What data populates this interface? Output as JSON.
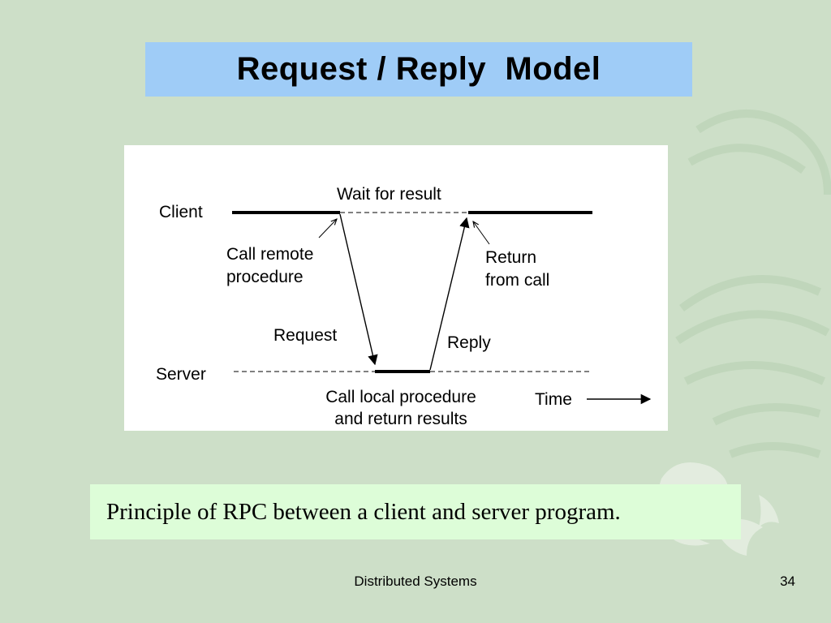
{
  "slide": {
    "title": "Request / Reply  Model",
    "caption": "Principle of RPC between a client and server program.",
    "footer_text": "Distributed Systems",
    "page_number": "34",
    "colors": {
      "background": "#cddfc8",
      "title_box": "#9fccf7",
      "caption_box": "#ddfdd8",
      "diagram_bg": "#ffffff"
    }
  },
  "diagram": {
    "labels": {
      "client": "Client",
      "server": "Server",
      "wait_for_result": "Wait for result",
      "call_remote_line1": "Call remote",
      "call_remote_line2": "procedure",
      "return_line1": "Return",
      "return_line2": "from call",
      "request": "Request",
      "reply": "Reply",
      "call_local_line1": "Call local procedure",
      "call_local_line2": "and return results",
      "time": "Time"
    }
  }
}
